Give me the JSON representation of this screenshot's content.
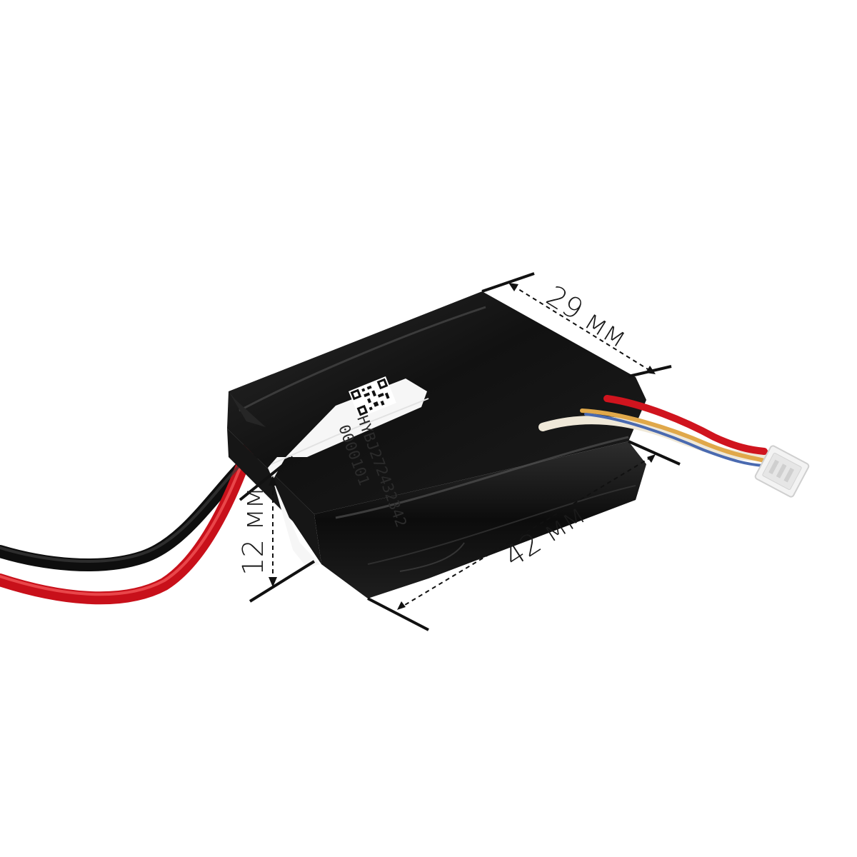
{
  "product": {
    "label_line_1": "HYBJ272432342",
    "label_line_2": "0000101",
    "qr_code": "qr-code-icon"
  },
  "dimensions": {
    "width_label": "29 мм",
    "length_label": "42 мм",
    "height_label": "12 мм"
  },
  "colors": {
    "battery_body": "#141414",
    "wire_red": "#d0141e",
    "wire_black": "#0e0e0e",
    "wire_white": "#efe8d8",
    "connector": "#f3f3f3",
    "label": "#f6f6f6",
    "dimension_lines": "#111111"
  }
}
